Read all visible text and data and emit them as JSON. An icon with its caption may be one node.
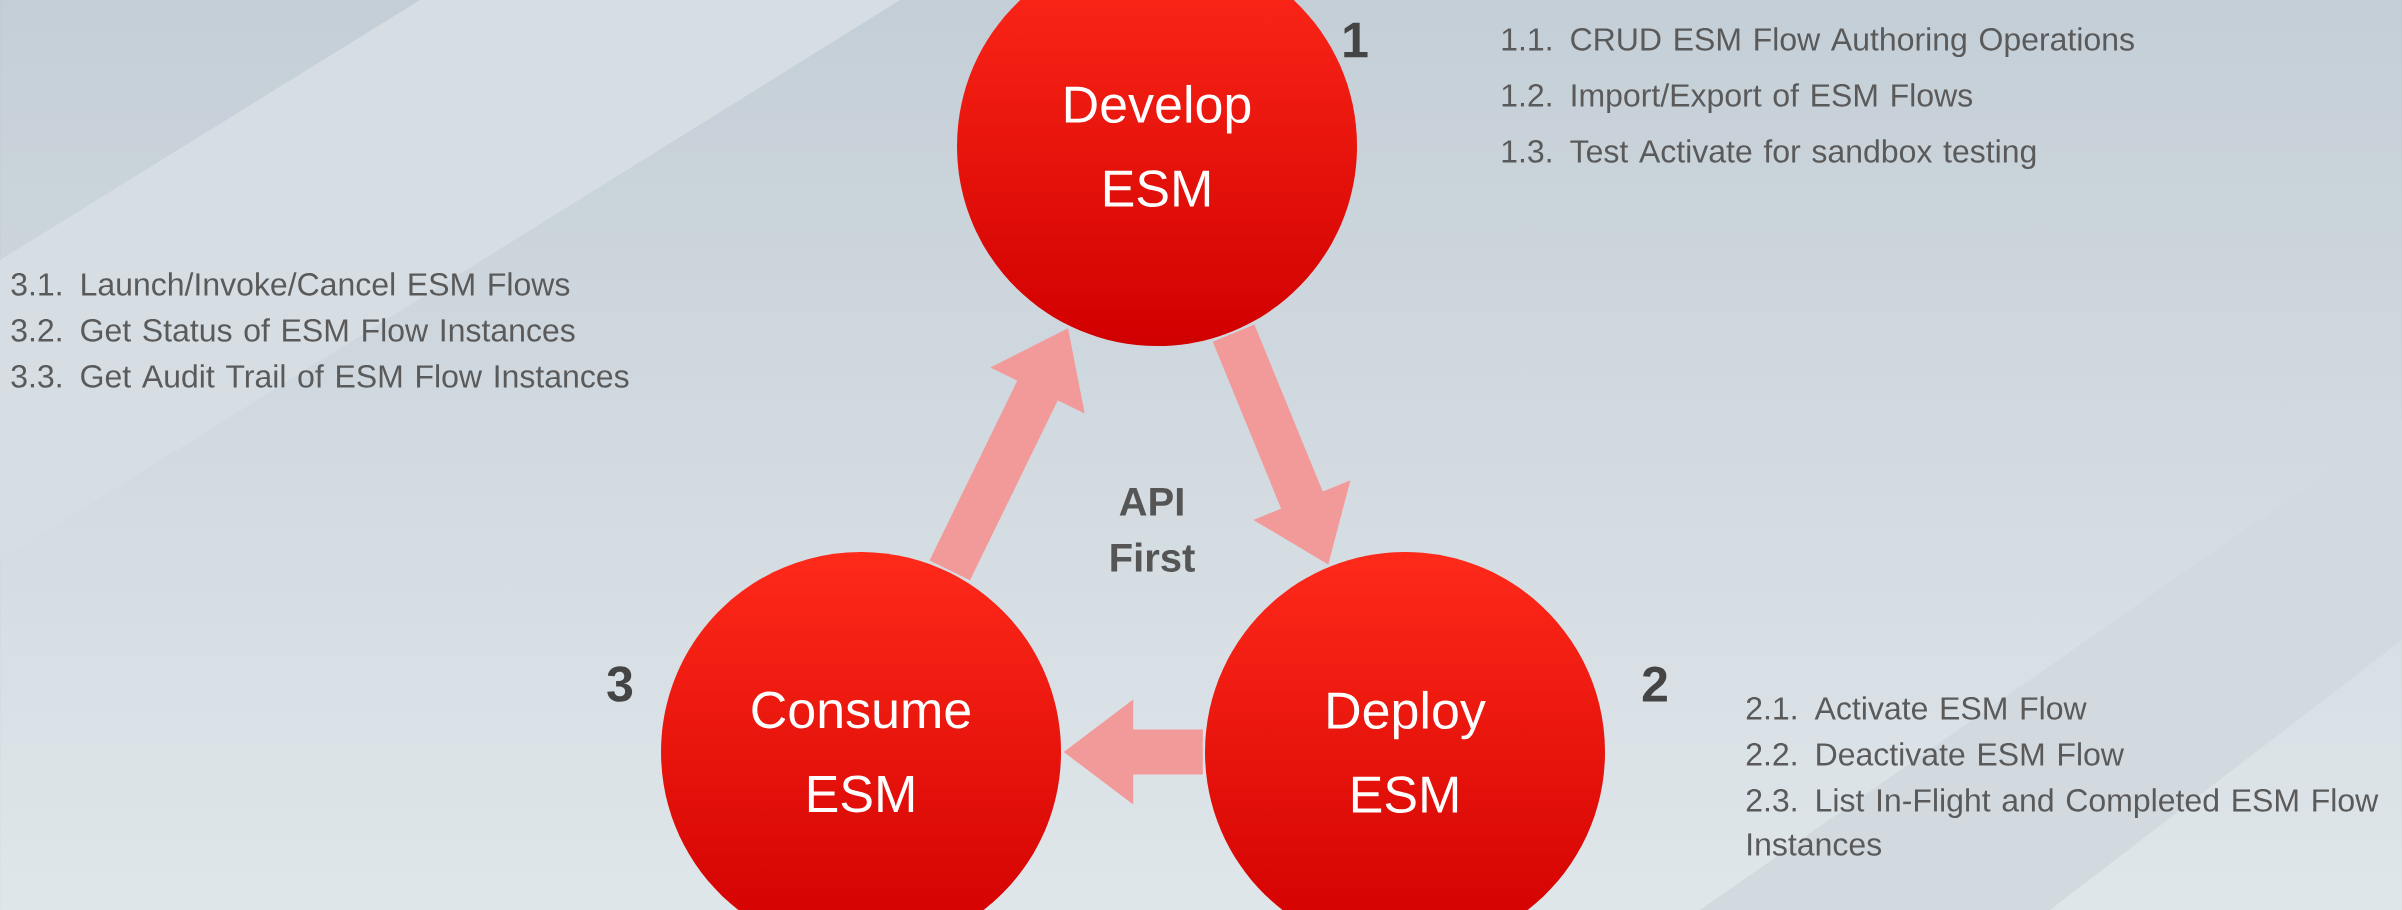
{
  "diagram": {
    "nodes": [
      {
        "text": [
          "Develop ESM"
        ],
        "beside": [
          "1",
          "1.1. CRUD ESM Flow Authoring Operations",
          "1.2. Import/Export of ESM Flows",
          "1.3. Test Activate for sandbox testing"
        ]
      },
      {
        "text": [
          "Deploy ESM"
        ],
        "beside": [
          "2",
          "2.1. Activate ESM Flow",
          "2.2. Deactivate ESM Flow",
          "2.3. List In-Flight and Completed ESM Flow Instances"
        ]
      },
      {
        "text": [
          "Consume ESM"
        ],
        "beside": [
          "3",
          "3.1. Launch/Invoke/Cancel ESM Flows",
          "3.2. Get Status of ESM Flow Instances",
          "3.3. Get Audit Trail of ESM Flow Instances"
        ]
      }
    ],
    "edges": [
      {
        "from": 0,
        "to": 1,
        "arrow": "to"
      },
      {
        "from": 1,
        "to": 2,
        "arrow": "to"
      },
      {
        "from": 2,
        "to": 0,
        "arrow": "to"
      }
    ],
    "labels": [
      "API First"
    ]
  }
}
